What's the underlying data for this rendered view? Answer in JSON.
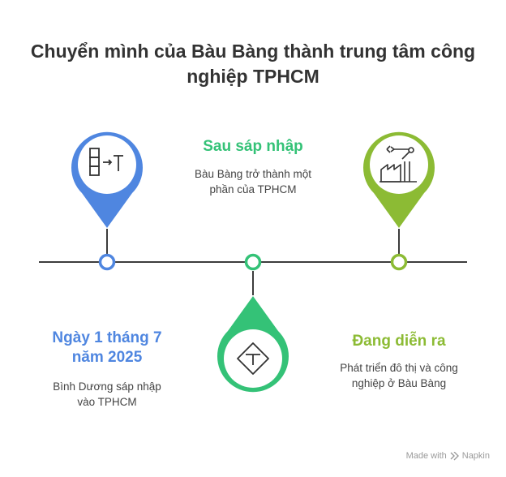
{
  "title": {
    "line1": "Chuyển mình của Bàu Bàng thành trung tâm công",
    "line2": "nghiệp TPHCM"
  },
  "steps": [
    {
      "heading_lines": [
        "Ngày 1 tháng 7",
        "năm 2025"
      ],
      "desc_lines": [
        "Bình Dương sáp nhập",
        "vào TPHCM"
      ],
      "color": "#4f86e0",
      "icon": "merge-arrow-icon"
    },
    {
      "heading_lines": [
        "Sau sáp nhập"
      ],
      "desc_lines": [
        "Bàu Bàng trở thành một",
        "phần của TPHCM"
      ],
      "color": "#34c277",
      "icon": "t-junction-sign-icon"
    },
    {
      "heading_lines": [
        "Đang diễn ra"
      ],
      "desc_lines": [
        "Phát triển đô thị và công",
        "nghiệp ở Bàu Bàng"
      ],
      "color": "#8cbb34",
      "icon": "factory-robot-arm-icon"
    }
  ],
  "watermark": {
    "text": "Made with",
    "brand": "Napkin"
  }
}
